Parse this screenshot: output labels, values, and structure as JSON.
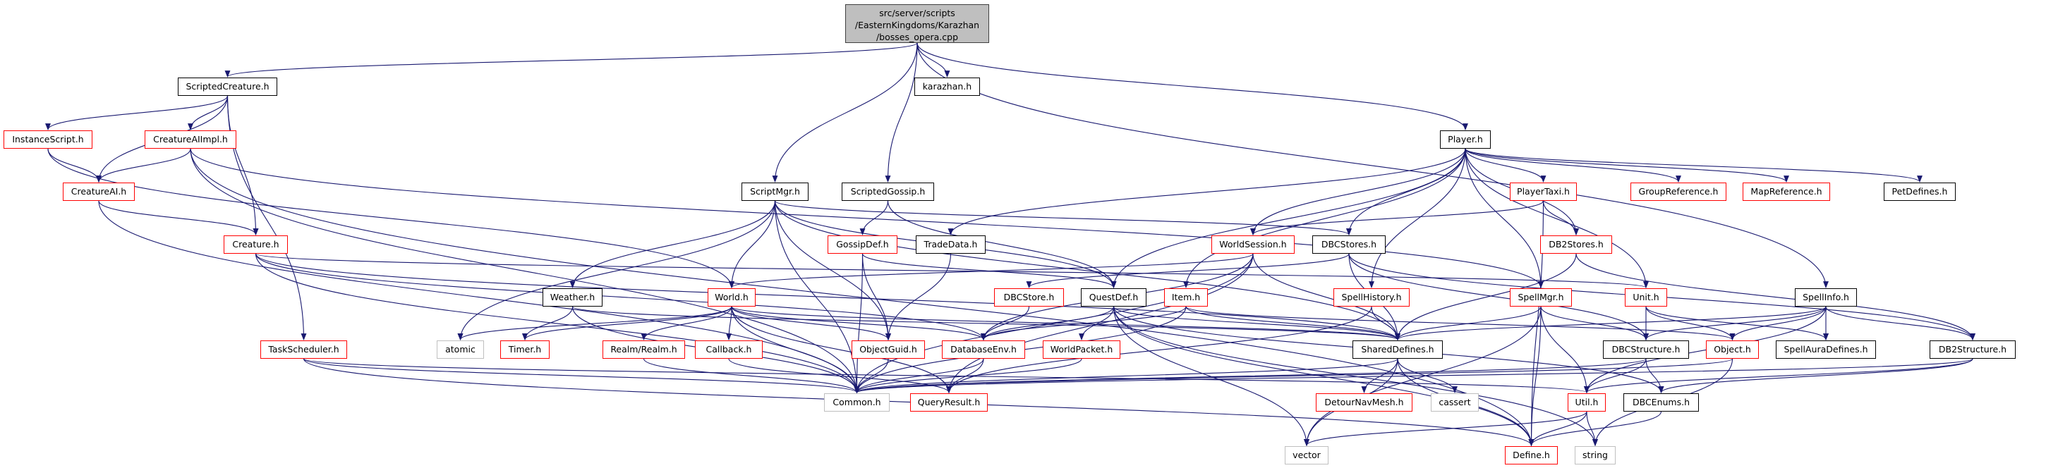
{
  "colors": {
    "edge": "#191970",
    "border_documented": "#000000",
    "border_undocumented": "#ff0000",
    "border_external": "#bfbfbf",
    "root_fill": "#bfbfbf"
  },
  "nodes": [
    {
      "id": "root",
      "label": "src/server/scripts\n/EasternKingdoms/Karazhan\n/bosses_opera.cpp",
      "kind": "root"
    },
    {
      "id": "ScriptedCreature",
      "label": "ScriptedCreature.h",
      "kind": "black"
    },
    {
      "id": "karazhan",
      "label": "karazhan.h",
      "kind": "black"
    },
    {
      "id": "InstanceScript",
      "label": "InstanceScript.h",
      "kind": "red"
    },
    {
      "id": "CreatureAIImpl",
      "label": "CreatureAIImpl.h",
      "kind": "red"
    },
    {
      "id": "Player",
      "label": "Player.h",
      "kind": "black"
    },
    {
      "id": "CreatureAI",
      "label": "CreatureAI.h",
      "kind": "red"
    },
    {
      "id": "ScriptMgr",
      "label": "ScriptMgr.h",
      "kind": "black"
    },
    {
      "id": "ScriptedGossip",
      "label": "ScriptedGossip.h",
      "kind": "black"
    },
    {
      "id": "PlayerTaxi",
      "label": "PlayerTaxi.h",
      "kind": "red"
    },
    {
      "id": "GroupReference",
      "label": "GroupReference.h",
      "kind": "red"
    },
    {
      "id": "MapReference",
      "label": "MapReference.h",
      "kind": "red"
    },
    {
      "id": "PetDefines",
      "label": "PetDefines.h",
      "kind": "black"
    },
    {
      "id": "Creature",
      "label": "Creature.h",
      "kind": "red"
    },
    {
      "id": "GossipDef",
      "label": "GossipDef.h",
      "kind": "red"
    },
    {
      "id": "TradeData",
      "label": "TradeData.h",
      "kind": "black"
    },
    {
      "id": "WorldSession",
      "label": "WorldSession.h",
      "kind": "red"
    },
    {
      "id": "DBCStores",
      "label": "DBCStores.h",
      "kind": "black"
    },
    {
      "id": "DB2Stores",
      "label": "DB2Stores.h",
      "kind": "red"
    },
    {
      "id": "Weather",
      "label": "Weather.h",
      "kind": "black"
    },
    {
      "id": "World",
      "label": "World.h",
      "kind": "red"
    },
    {
      "id": "DBCStore",
      "label": "DBCStore.h",
      "kind": "red"
    },
    {
      "id": "QuestDef",
      "label": "QuestDef.h",
      "kind": "black"
    },
    {
      "id": "Item",
      "label": "Item.h",
      "kind": "red"
    },
    {
      "id": "SpellHistory",
      "label": "SpellHistory.h",
      "kind": "red"
    },
    {
      "id": "SpellMgr",
      "label": "SpellMgr.h",
      "kind": "red"
    },
    {
      "id": "Unit",
      "label": "Unit.h",
      "kind": "red"
    },
    {
      "id": "SpellInfo",
      "label": "SpellInfo.h",
      "kind": "black"
    },
    {
      "id": "TaskScheduler",
      "label": "TaskScheduler.h",
      "kind": "red"
    },
    {
      "id": "atomic",
      "label": "atomic",
      "kind": "gray"
    },
    {
      "id": "Timer",
      "label": "Timer.h",
      "kind": "red"
    },
    {
      "id": "Realm",
      "label": "Realm/Realm.h",
      "kind": "red"
    },
    {
      "id": "Callback",
      "label": "Callback.h",
      "kind": "red"
    },
    {
      "id": "ObjectGuid",
      "label": "ObjectGuid.h",
      "kind": "red"
    },
    {
      "id": "DatabaseEnv",
      "label": "DatabaseEnv.h",
      "kind": "red"
    },
    {
      "id": "WorldPacket",
      "label": "WorldPacket.h",
      "kind": "red"
    },
    {
      "id": "SharedDefines",
      "label": "SharedDefines.h",
      "kind": "black"
    },
    {
      "id": "DBCStructure",
      "label": "DBCStructure.h",
      "kind": "black"
    },
    {
      "id": "Object",
      "label": "Object.h",
      "kind": "red"
    },
    {
      "id": "SpellAuraDefines",
      "label": "SpellAuraDefines.h",
      "kind": "black"
    },
    {
      "id": "DB2Structure",
      "label": "DB2Structure.h",
      "kind": "black"
    },
    {
      "id": "Common",
      "label": "Common.h",
      "kind": "gray"
    },
    {
      "id": "QueryResult",
      "label": "QueryResult.h",
      "kind": "red"
    },
    {
      "id": "DetourNavMesh",
      "label": "DetourNavMesh.h",
      "kind": "red"
    },
    {
      "id": "cassert",
      "label": "cassert",
      "kind": "gray"
    },
    {
      "id": "Util",
      "label": "Util.h",
      "kind": "red"
    },
    {
      "id": "DBCEnums",
      "label": "DBCEnums.h",
      "kind": "black"
    },
    {
      "id": "vector",
      "label": "vector",
      "kind": "gray"
    },
    {
      "id": "Define",
      "label": "Define.h",
      "kind": "red"
    },
    {
      "id": "string",
      "label": "string",
      "kind": "gray"
    }
  ],
  "edges": [
    [
      "root",
      "ScriptedCreature"
    ],
    [
      "root",
      "karazhan"
    ],
    [
      "root",
      "ScriptMgr"
    ],
    [
      "root",
      "ScriptedGossip"
    ],
    [
      "root",
      "Player"
    ],
    [
      "root",
      "SpellInfo"
    ],
    [
      "ScriptedCreature",
      "InstanceScript"
    ],
    [
      "ScriptedCreature",
      "CreatureAI"
    ],
    [
      "ScriptedCreature",
      "CreatureAIImpl"
    ],
    [
      "ScriptedCreature",
      "Creature"
    ],
    [
      "ScriptedCreature",
      "TaskScheduler"
    ],
    [
      "InstanceScript",
      "CreatureAI"
    ],
    [
      "InstanceScript",
      "World"
    ],
    [
      "CreatureAIImpl",
      "CreatureAI"
    ],
    [
      "CreatureAIImpl",
      "Common"
    ],
    [
      "CreatureAIImpl",
      "Define"
    ],
    [
      "CreatureAIImpl",
      "SpellMgr"
    ],
    [
      "CreatureAI",
      "Creature"
    ],
    [
      "CreatureAI",
      "Common"
    ],
    [
      "Creature",
      "Common"
    ],
    [
      "Creature",
      "Unit"
    ],
    [
      "Creature",
      "DatabaseEnv"
    ],
    [
      "Creature",
      "SharedDefines"
    ],
    [
      "TaskScheduler",
      "Common"
    ],
    [
      "TaskScheduler",
      "Util"
    ],
    [
      "TaskScheduler",
      "Define"
    ],
    [
      "ScriptMgr",
      "World"
    ],
    [
      "ScriptMgr",
      "Weather"
    ],
    [
      "ScriptMgr",
      "DBCStores"
    ],
    [
      "ScriptMgr",
      "QuestDef"
    ],
    [
      "ScriptMgr",
      "SharedDefines"
    ],
    [
      "ScriptMgr",
      "atomic"
    ],
    [
      "ScriptMgr",
      "Common"
    ],
    [
      "ScriptMgr",
      "ObjectGuid"
    ],
    [
      "ScriptedGossip",
      "GossipDef"
    ],
    [
      "ScriptedGossip",
      "QuestDef"
    ],
    [
      "GossipDef",
      "ObjectGuid"
    ],
    [
      "GossipDef",
      "Common"
    ],
    [
      "GossipDef",
      "QuestDef"
    ],
    [
      "TradeData",
      "ObjectGuid"
    ],
    [
      "Weather",
      "Timer"
    ],
    [
      "Weather",
      "SharedDefines"
    ],
    [
      "Weather",
      "Common"
    ],
    [
      "World",
      "atomic"
    ],
    [
      "World",
      "Timer"
    ],
    [
      "World",
      "Realm"
    ],
    [
      "World",
      "Callback"
    ],
    [
      "World",
      "ObjectGuid"
    ],
    [
      "World",
      "DatabaseEnv"
    ],
    [
      "World",
      "QueryResult"
    ],
    [
      "World",
      "SharedDefines"
    ],
    [
      "World",
      "Common"
    ],
    [
      "Realm",
      "Common"
    ],
    [
      "Callback",
      "QueryResult"
    ],
    [
      "ObjectGuid",
      "Common"
    ],
    [
      "DatabaseEnv",
      "Common"
    ],
    [
      "DatabaseEnv",
      "QueryResult"
    ],
    [
      "DBCStore",
      "DatabaseEnv"
    ],
    [
      "QuestDef",
      "DatabaseEnv"
    ],
    [
      "QuestDef",
      "WorldPacket"
    ],
    [
      "QuestDef",
      "SharedDefines"
    ],
    [
      "QuestDef",
      "DBCEnums"
    ],
    [
      "QuestDef",
      "vector"
    ],
    [
      "QuestDef",
      "Define"
    ],
    [
      "QuestDef",
      "string"
    ],
    [
      "WorldPacket",
      "Common"
    ],
    [
      "Item",
      "DatabaseEnv"
    ],
    [
      "Item",
      "Object"
    ],
    [
      "Item",
      "Common"
    ],
    [
      "Item",
      "SharedDefines"
    ],
    [
      "WorldSession",
      "World"
    ],
    [
      "WorldSession",
      "DatabaseEnv"
    ],
    [
      "WorldSession",
      "SharedDefines"
    ],
    [
      "WorldSession",
      "QueryResult"
    ],
    [
      "WorldSession",
      "Common"
    ],
    [
      "DBCStores",
      "DBCStore"
    ],
    [
      "DBCStores",
      "SharedDefines"
    ],
    [
      "DBCStores",
      "DBCStructure"
    ],
    [
      "DBCStores",
      "DB2Structure"
    ],
    [
      "Player",
      "TradeData"
    ],
    [
      "Player",
      "QuestDef"
    ],
    [
      "Player",
      "Item"
    ],
    [
      "Player",
      "WorldSession"
    ],
    [
      "Player",
      "DBCStores"
    ],
    [
      "Player",
      "SpellHistory"
    ],
    [
      "Player",
      "PlayerTaxi"
    ],
    [
      "Player",
      "DB2Stores"
    ],
    [
      "Player",
      "GroupReference"
    ],
    [
      "Player",
      "MapReference"
    ],
    [
      "Player",
      "PetDefines"
    ],
    [
      "Player",
      "SpellMgr"
    ],
    [
      "Player",
      "Unit"
    ],
    [
      "PlayerTaxi",
      "WorldSession"
    ],
    [
      "PlayerTaxi",
      "DB2Stores"
    ],
    [
      "PlayerTaxi",
      "Define"
    ],
    [
      "DB2Stores",
      "SharedDefines"
    ],
    [
      "DB2Stores",
      "DB2Structure"
    ],
    [
      "SpellHistory",
      "SharedDefines"
    ],
    [
      "SpellHistory",
      "QueryResult"
    ],
    [
      "SpellMgr",
      "SharedDefines"
    ],
    [
      "SpellMgr",
      "DBCStructure"
    ],
    [
      "SpellMgr",
      "Util"
    ],
    [
      "SpellMgr",
      "Define"
    ],
    [
      "SpellMgr",
      "vector"
    ],
    [
      "Unit",
      "DBCStructure"
    ],
    [
      "Unit",
      "Object"
    ],
    [
      "Unit",
      "SpellAuraDefines"
    ],
    [
      "SpellInfo",
      "SharedDefines"
    ],
    [
      "SpellInfo",
      "DBCStructure"
    ],
    [
      "SpellInfo",
      "Object"
    ],
    [
      "SpellInfo",
      "SpellAuraDefines"
    ],
    [
      "SpellInfo",
      "DB2Structure"
    ],
    [
      "SpellInfo",
      "Util"
    ],
    [
      "SharedDefines",
      "DetourNavMesh"
    ],
    [
      "SharedDefines",
      "cassert"
    ],
    [
      "SharedDefines",
      "Common"
    ],
    [
      "SharedDefines",
      "Define"
    ],
    [
      "SharedDefines",
      "vector"
    ],
    [
      "DBCStructure",
      "Util"
    ],
    [
      "DBCStructure",
      "DBCEnums"
    ],
    [
      "DBCStructure",
      "Common"
    ],
    [
      "Object",
      "string"
    ],
    [
      "Object",
      "Common"
    ],
    [
      "DB2Structure",
      "Util"
    ],
    [
      "DB2Structure",
      "DBCEnums"
    ],
    [
      "DB2Structure",
      "Common"
    ],
    [
      "Util",
      "Define"
    ],
    [
      "Util",
      "string"
    ],
    [
      "Util",
      "vector"
    ],
    [
      "DBCEnums",
      "Define"
    ]
  ]
}
